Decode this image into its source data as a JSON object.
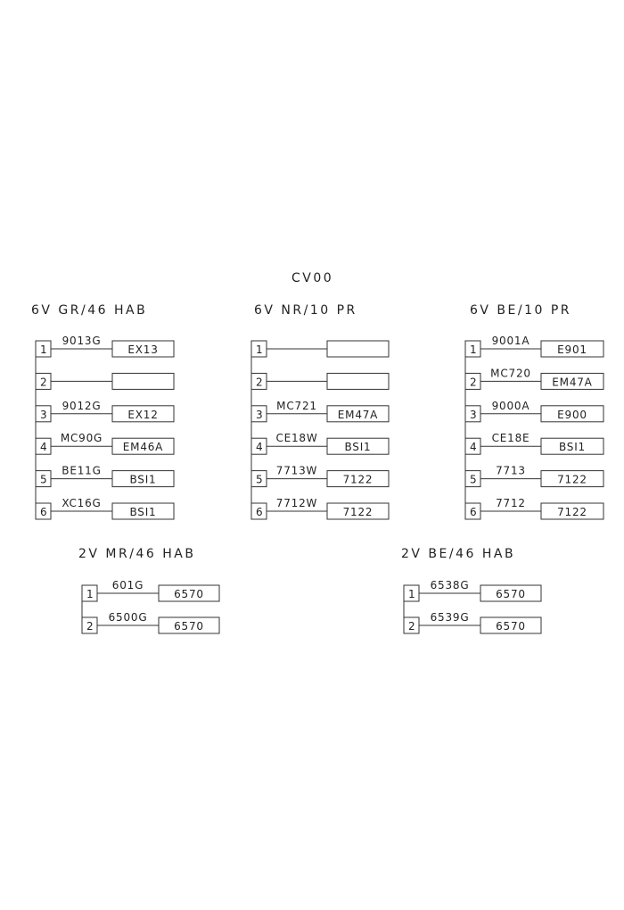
{
  "title": "CV00",
  "connectors": [
    {
      "heading": "6V GR/46 HAB",
      "pins": [
        {
          "pin": "1",
          "wire": "9013G",
          "dest": "EX13"
        },
        {
          "pin": "2",
          "wire": "",
          "dest": ""
        },
        {
          "pin": "3",
          "wire": "9012G",
          "dest": "EX12"
        },
        {
          "pin": "4",
          "wire": "MC90G",
          "dest": "EM46A"
        },
        {
          "pin": "5",
          "wire": "BE11G",
          "dest": "BSI1"
        },
        {
          "pin": "6",
          "wire": "XC16G",
          "dest": "BSI1"
        }
      ]
    },
    {
      "heading": "6V NR/10 PR",
      "pins": [
        {
          "pin": "1",
          "wire": "",
          "dest": ""
        },
        {
          "pin": "2",
          "wire": "",
          "dest": ""
        },
        {
          "pin": "3",
          "wire": "MC721",
          "dest": "EM47A"
        },
        {
          "pin": "4",
          "wire": "CE18W",
          "dest": "BSI1"
        },
        {
          "pin": "5",
          "wire": "7713W",
          "dest": "7122"
        },
        {
          "pin": "6",
          "wire": "7712W",
          "dest": "7122"
        }
      ]
    },
    {
      "heading": "6V BE/10 PR",
      "pins": [
        {
          "pin": "1",
          "wire": "9001A",
          "dest": "E901"
        },
        {
          "pin": "2",
          "wire": "MC720",
          "dest": "EM47A"
        },
        {
          "pin": "3",
          "wire": "9000A",
          "dest": "E900"
        },
        {
          "pin": "4",
          "wire": "CE18E",
          "dest": "BSI1"
        },
        {
          "pin": "5",
          "wire": "7713",
          "dest": "7122"
        },
        {
          "pin": "6",
          "wire": "7712",
          "dest": "7122"
        }
      ]
    },
    {
      "heading": "2V MR/46 HAB",
      "pins": [
        {
          "pin": "1",
          "wire": "601G",
          "dest": "6570"
        },
        {
          "pin": "2",
          "wire": "6500G",
          "dest": "6570"
        }
      ]
    },
    {
      "heading": "2V BE/46 HAB",
      "pins": [
        {
          "pin": "1",
          "wire": "6538G",
          "dest": "6570"
        },
        {
          "pin": "2",
          "wire": "6539G",
          "dest": "6570"
        }
      ]
    }
  ]
}
